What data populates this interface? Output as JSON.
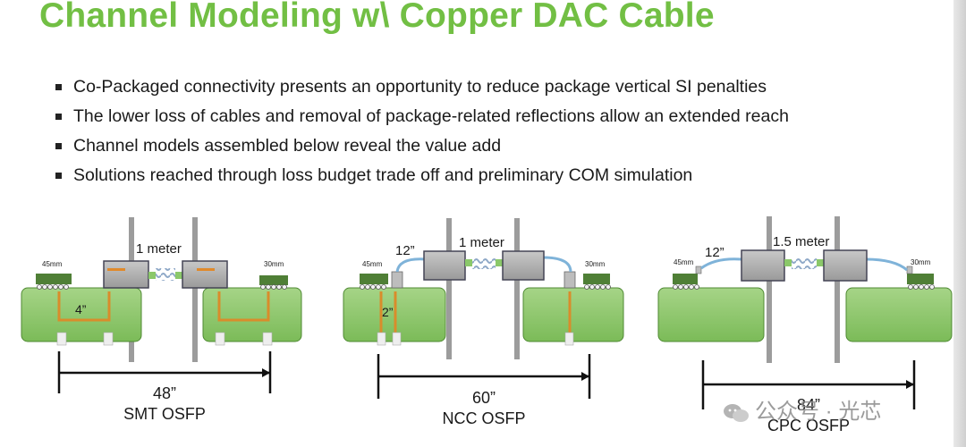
{
  "title": "Channel Modeling w\\ Copper DAC Cable",
  "bullets": [
    "Co-Packaged connectivity presents an opportunity to reduce package vertical SI penalties",
    "The lower loss of cables and removal of package-related reflections allow an extended reach",
    "Channel models assembled below reveal the value add",
    "Solutions reached through loss budget trade off and preliminary COM simulation"
  ],
  "diagrams": [
    {
      "name": "SMT OSFP",
      "length": "48”",
      "cable": "1 meter",
      "left_pkg": "45mm",
      "right_pkg": "30mm",
      "trace": "4”"
    },
    {
      "name": "NCC OSFP",
      "length": "60”",
      "cable": "1 meter",
      "left_pkg": "45mm",
      "right_pkg": "30mm",
      "trace": "2”",
      "flyover": "12”"
    },
    {
      "name": "CPC OSFP",
      "length": "84”",
      "cable": "1.5 meter",
      "left_pkg": "45mm",
      "right_pkg": "30mm",
      "flyover": "12”"
    }
  ],
  "watermark": "公众号 · 光芯",
  "colors": {
    "title": "#72bf44",
    "board": "#8bc86a",
    "connector": "#a9a9a9",
    "cable": "#7fb3d9",
    "trace": "#d98c2b"
  }
}
